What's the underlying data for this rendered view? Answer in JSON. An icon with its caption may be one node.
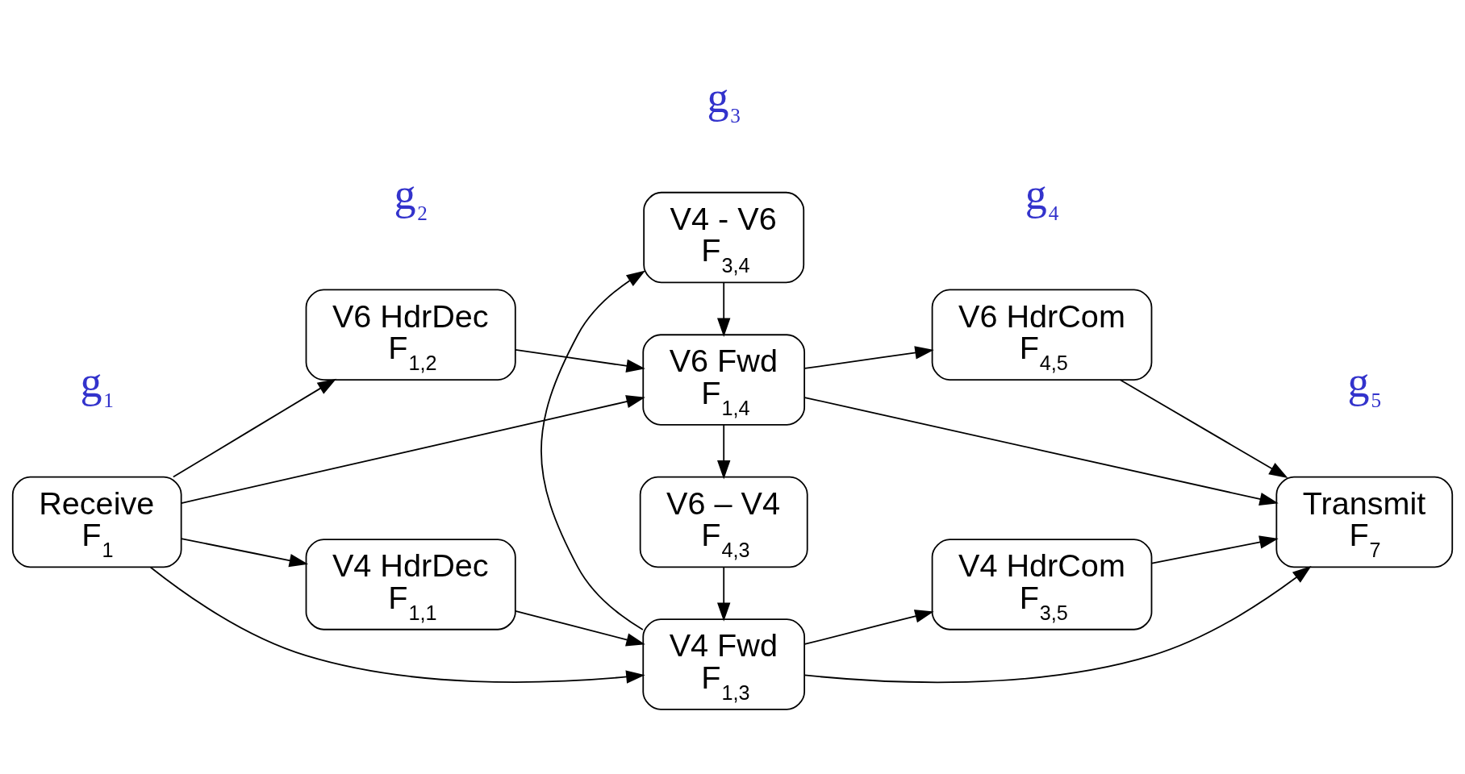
{
  "diagram": {
    "nodes": [
      {
        "text": [
          "Receive F$_{1}$"
        ]
      },
      {
        "text": [
          "V4 HdrDec F$_{1,1}$"
        ]
      },
      {
        "text": [
          "V6 HdrDec F$_{1,2}$"
        ]
      },
      {
        "text": [
          "V4 Fwd F$_{1,3}$"
        ]
      },
      {
        "text": [
          "V6 – V4 F$_{4,3}$"
        ]
      },
      {
        "text": [
          "V4 - V6 F$_{3,4}$"
        ]
      },
      {
        "text": [
          "V6 Fwd F$_{1,4}$"
        ]
      },
      {
        "text": [
          "V4 HdrCom F$_{3,5}$"
        ]
      },
      {
        "text": [
          "V6 HdrCom F$_{4,5}$"
        ]
      },
      {
        "text": [
          "Transmit F$_{7}$"
        ]
      }
    ],
    "edges": [
      {
        "from": 0,
        "to": 3,
        "arrow": "to"
      },
      {
        "from": 0,
        "to": 1,
        "arrow": "to"
      },
      {
        "from": 0,
        "to": 2,
        "arrow": "to"
      },
      {
        "from": 0,
        "to": 6,
        "arrow": "to"
      },
      {
        "from": 1,
        "to": 3,
        "arrow": "to"
      },
      {
        "from": 2,
        "to": 6,
        "arrow": "to"
      },
      {
        "from": 4,
        "to": 3,
        "arrow": "to"
      },
      {
        "from": 3,
        "to": 5,
        "arrow": "to"
      },
      {
        "from": 6,
        "to": 4,
        "arrow": "to"
      },
      {
        "from": 5,
        "to": 6,
        "arrow": "to"
      },
      {
        "from": 3,
        "to": 7,
        "arrow": "to"
      },
      {
        "from": 3,
        "to": 9,
        "arrow": "to"
      },
      {
        "from": 7,
        "to": 9,
        "arrow": "to"
      },
      {
        "from": 6,
        "to": 8,
        "arrow": "to"
      },
      {
        "from": 6,
        "to": 9,
        "arrow": "to"
      },
      {
        "from": 8,
        "to": 9,
        "arrow": "to"
      }
    ],
    "labels": [
      "g$_{1}$",
      "g$_{2}$",
      "g$_{3}$",
      "g$_{4}$",
      "g$_{5}$"
    ]
  }
}
